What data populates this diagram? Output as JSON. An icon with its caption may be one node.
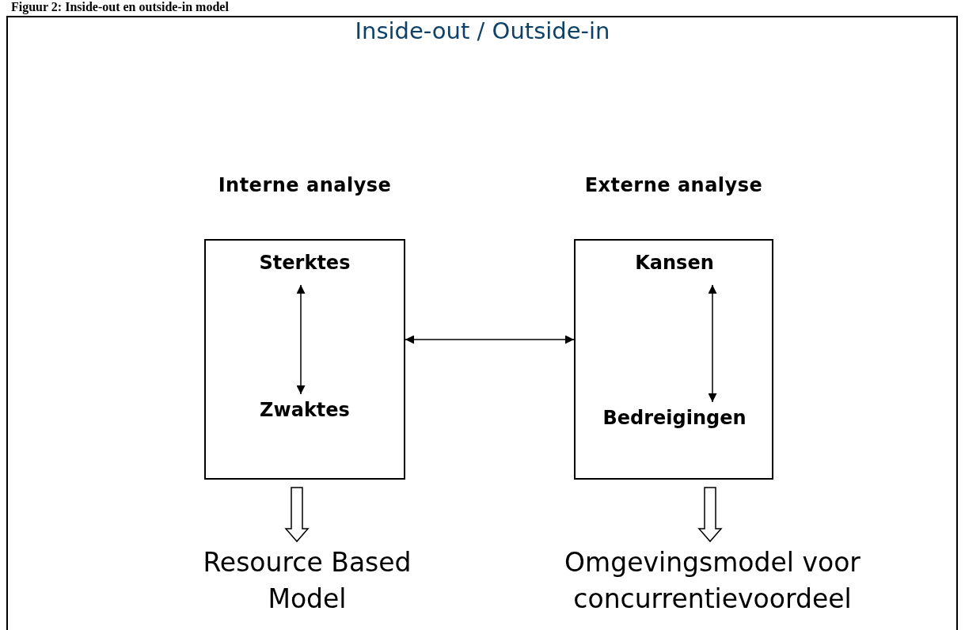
{
  "diagram": {
    "title": "Inside-out / Outside-in",
    "caption": "Figuur 2: Inside-out en outside-in model",
    "nodes": [
      {
        "text": [
          "Interne analyse"
        ]
      },
      {
        "text": [
          "Sterktes"
        ],
        "in": 0
      },
      {
        "text": [
          "Zwaktes"
        ],
        "in": 0
      },
      {
        "text": [
          "Externe analyse"
        ]
      },
      {
        "text": [
          "Kansen"
        ],
        "in": 3
      },
      {
        "text": [
          "Bedreigingen"
        ],
        "in": 3
      },
      {
        "text": [
          "Resource Based Model"
        ]
      },
      {
        "text": [
          "Omgevingsmodel voor concurrentievoordeel"
        ]
      }
    ],
    "edges": [
      {
        "from": 2,
        "to": 1,
        "arrow": "both"
      },
      {
        "from": 5,
        "to": 4,
        "arrow": "both"
      },
      {
        "from": 0,
        "to": 3,
        "arrow": "both"
      },
      {
        "from": 0,
        "to": 6,
        "arrow": "to",
        "style": "thick"
      },
      {
        "from": 3,
        "to": 7,
        "arrow": "to",
        "style": "thick"
      }
    ]
  }
}
